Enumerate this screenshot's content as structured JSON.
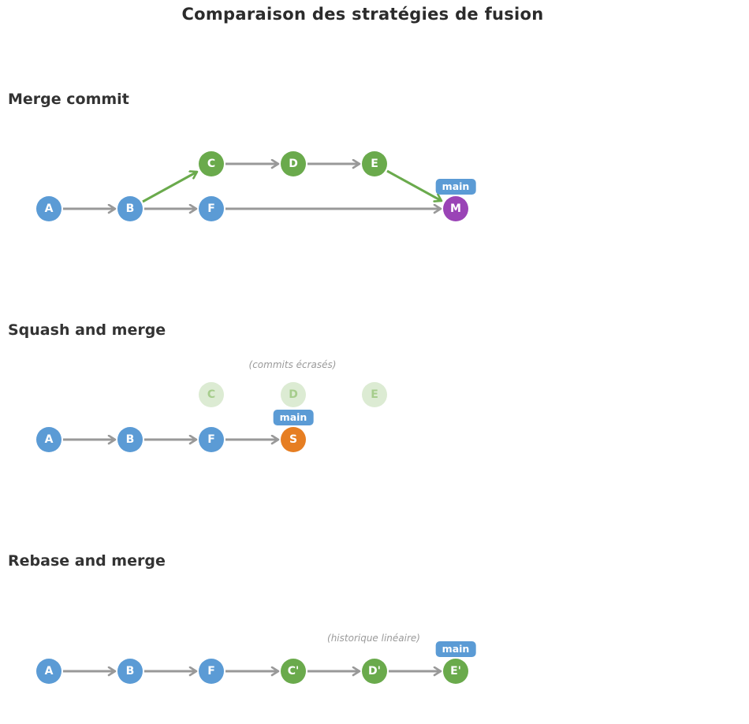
{
  "title": "Comparaison des stratégies de fusion",
  "palette": {
    "branch_blue": "#5b9bd5",
    "feature_green": "#6aaa4c",
    "merge_purple": "#9a44b6",
    "squash_orange": "#e67e22",
    "badge_blue": "#5b9bd5",
    "arrow_gray": "#999999",
    "faded_node_fill": "#dcebd3",
    "faded_node_text": "#a6cd8c",
    "heading_text": "#333333",
    "annotation_text": "#9a9a9a"
  },
  "sections": [
    {
      "heading": "Merge commit",
      "badge": "main",
      "nodes": {
        "a": "A",
        "b": "B",
        "c": "C",
        "d": "D",
        "e": "E",
        "f": "F",
        "m": "M"
      },
      "edges": [
        "A→B",
        "B→F",
        "F→M",
        "B→C",
        "C→D",
        "D→E",
        "E→M"
      ]
    },
    {
      "heading": "Squash and merge",
      "annotation": "(commits écrasés)",
      "badge": "main",
      "nodes": {
        "a": "A",
        "b": "B",
        "f": "F",
        "s": "S",
        "c_faded": "C",
        "d_faded": "D",
        "e_faded": "E"
      },
      "edges": [
        "A→B",
        "B→F",
        "F→S"
      ]
    },
    {
      "heading": "Rebase and merge",
      "annotation": "(historique linéaire)",
      "badge": "main",
      "nodes": {
        "a": "A",
        "b": "B",
        "f": "F",
        "cp": "C'",
        "dp": "D'",
        "ep": "E'"
      },
      "edges": [
        "A→B",
        "B→F",
        "F→C'",
        "C'→D'",
        "D'→E'"
      ]
    }
  ]
}
